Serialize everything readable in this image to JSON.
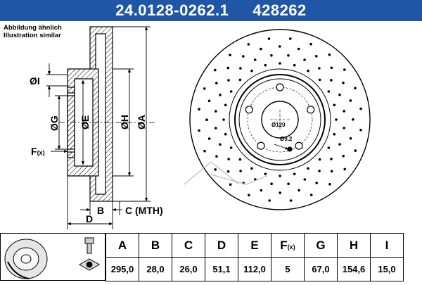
{
  "header": {
    "part_number": "24.0128-0262.1",
    "ref_number": "428262",
    "color": "#1f56a6"
  },
  "note": {
    "line1": "Abbildung ähnlich",
    "line2": "Illustration similar"
  },
  "section_labels": {
    "I": "ØI",
    "G": "ØG",
    "E": "ØE",
    "H": "ØH",
    "A": "ØA",
    "F": "F",
    "F_sub": "(x)",
    "B": "B",
    "C": "C (MTH)",
    "D": "D"
  },
  "front_labels": {
    "pcd": "Ø120",
    "hole": "Ø9,2"
  },
  "table": {
    "headers": [
      "A",
      "B",
      "C",
      "D",
      "E",
      "F",
      "G",
      "H",
      "I"
    ],
    "f_sub": "(x)",
    "values": [
      "295,0",
      "28,0",
      "26,0",
      "51,1",
      "112,0",
      "5",
      "67,0",
      "154,6",
      "15,0"
    ]
  }
}
